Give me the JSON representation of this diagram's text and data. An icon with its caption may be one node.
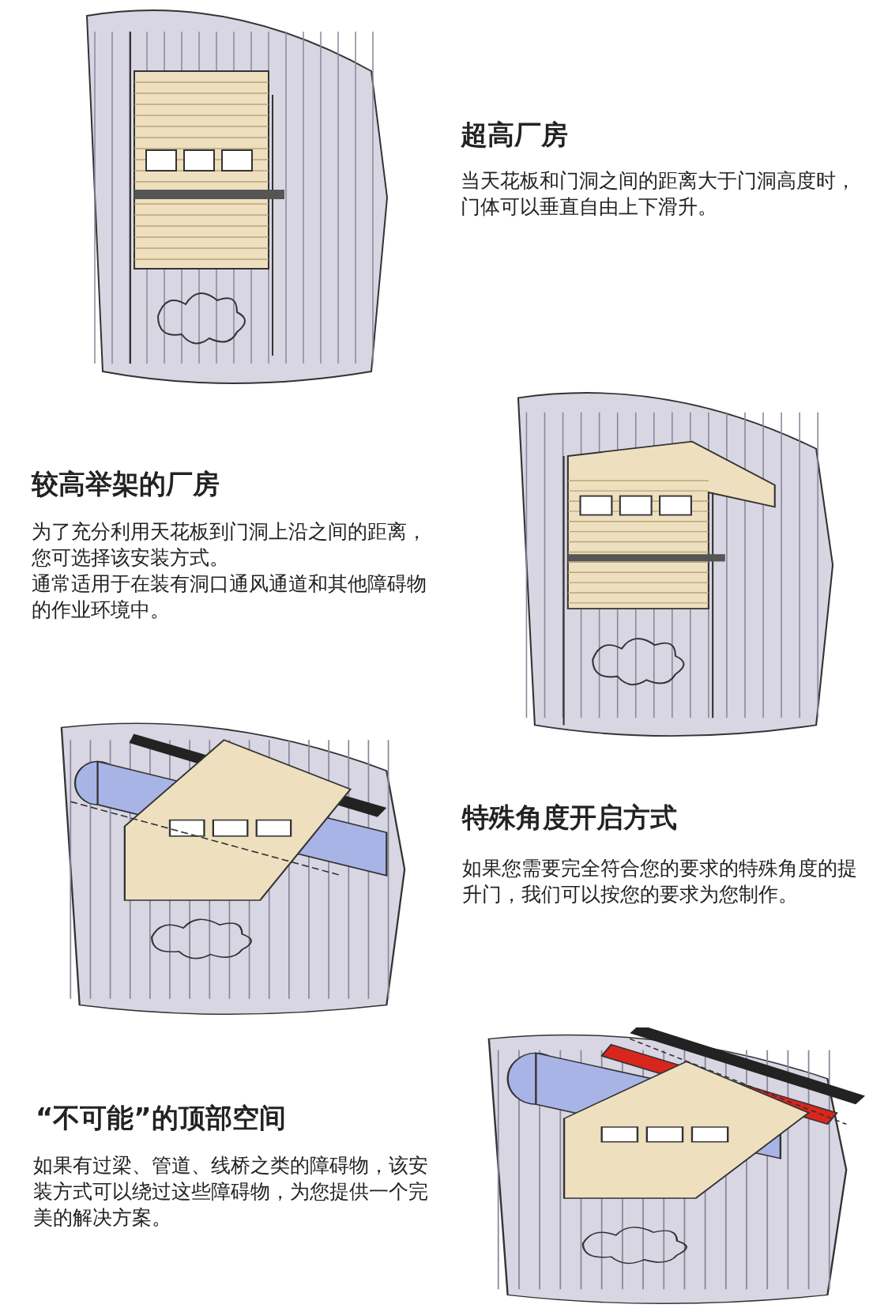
{
  "diagram": {
    "labels": [
      "超高厂房",
      "当天花板和门洞之间的距离大于门洞高度时，门体可以垂直自由上下滑升。",
      "较高举架的厂房",
      "为了充分利用天花板到门洞上沿之间的距离，您可选择该安装方式。",
      "通常适用于在装有洞口通风通道和其他障碍物的作业环境中。",
      "特殊角度开启方式",
      "如果您需要完全符合您的要求的特殊角度的提升门，我们可以按您的要求为您制作。",
      "“不可能”的顶部空间",
      "如果有过梁、管道、线桥之类的障碍物，该安装方式可以绕过这些障碍物，为您提供一个完美的解决方案。"
    ]
  }
}
